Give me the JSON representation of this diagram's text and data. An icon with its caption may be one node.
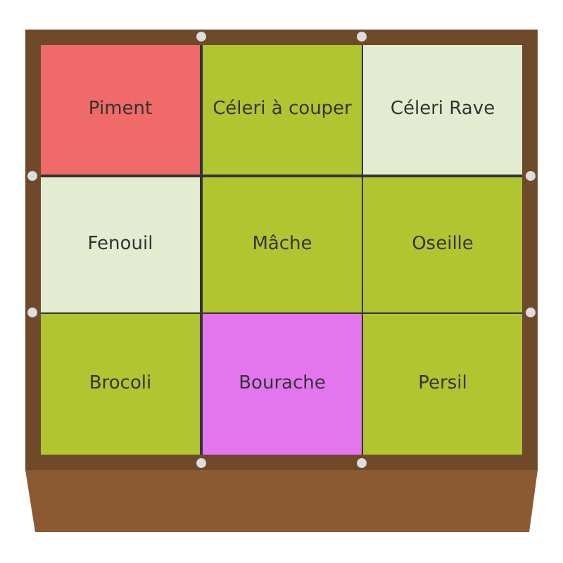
{
  "diagram": {
    "nodes": [
      {
        "text": [
          "Piment"
        ]
      },
      {
        "text": [
          "Céleri à couper"
        ]
      },
      {
        "text": [
          "Céleri Rave"
        ]
      },
      {
        "text": [
          "Fenouil"
        ]
      },
      {
        "text": [
          "Mâche"
        ]
      },
      {
        "text": [
          "Oseille"
        ]
      },
      {
        "text": [
          "Brocoli"
        ]
      },
      {
        "text": [
          "Bourache"
        ]
      },
      {
        "text": [
          "Persil"
        ]
      }
    ]
  }
}
